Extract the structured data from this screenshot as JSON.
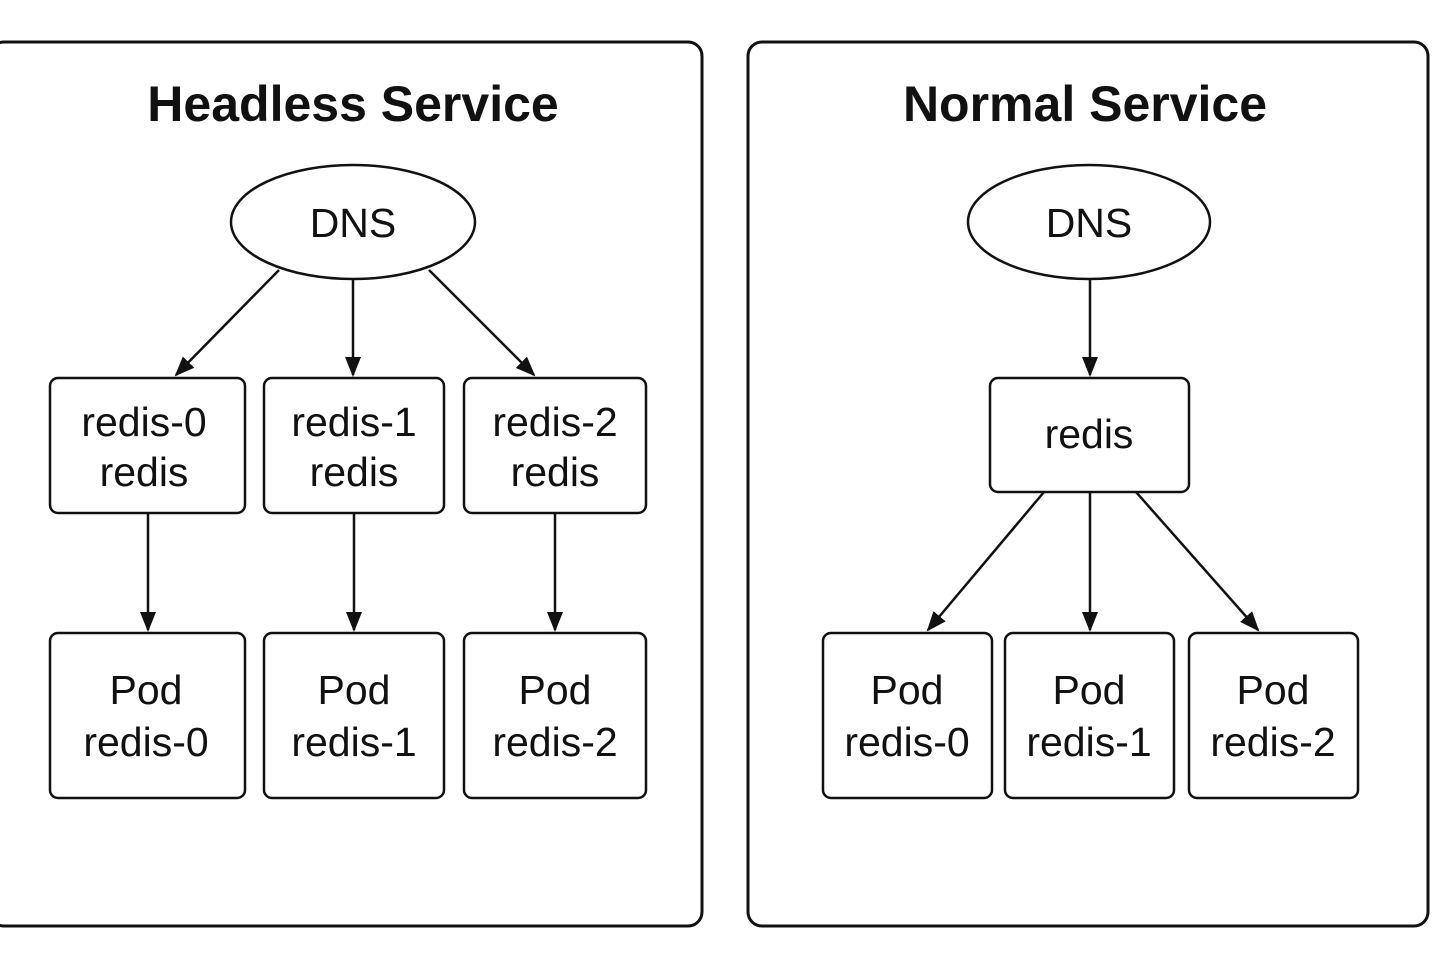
{
  "colors": {
    "stroke": "#111111",
    "background": "#ffffff"
  },
  "headless": {
    "title": "Headless Service",
    "dns_label": "DNS",
    "services": [
      {
        "line1": "redis-0",
        "line2": "redis"
      },
      {
        "line1": "redis-1",
        "line2": "redis"
      },
      {
        "line1": "redis-2",
        "line2": "redis"
      }
    ],
    "pods": [
      {
        "line1": "Pod",
        "line2": "redis-0"
      },
      {
        "line1": "Pod",
        "line2": "redis-1"
      },
      {
        "line1": "Pod",
        "line2": "redis-2"
      }
    ]
  },
  "normal": {
    "title": "Normal Service",
    "dns_label": "DNS",
    "service_label": "redis",
    "pods": [
      {
        "line1": "Pod",
        "line2": "redis-0"
      },
      {
        "line1": "Pod",
        "line2": "redis-1"
      },
      {
        "line1": "Pod",
        "line2": "redis-2"
      }
    ]
  }
}
